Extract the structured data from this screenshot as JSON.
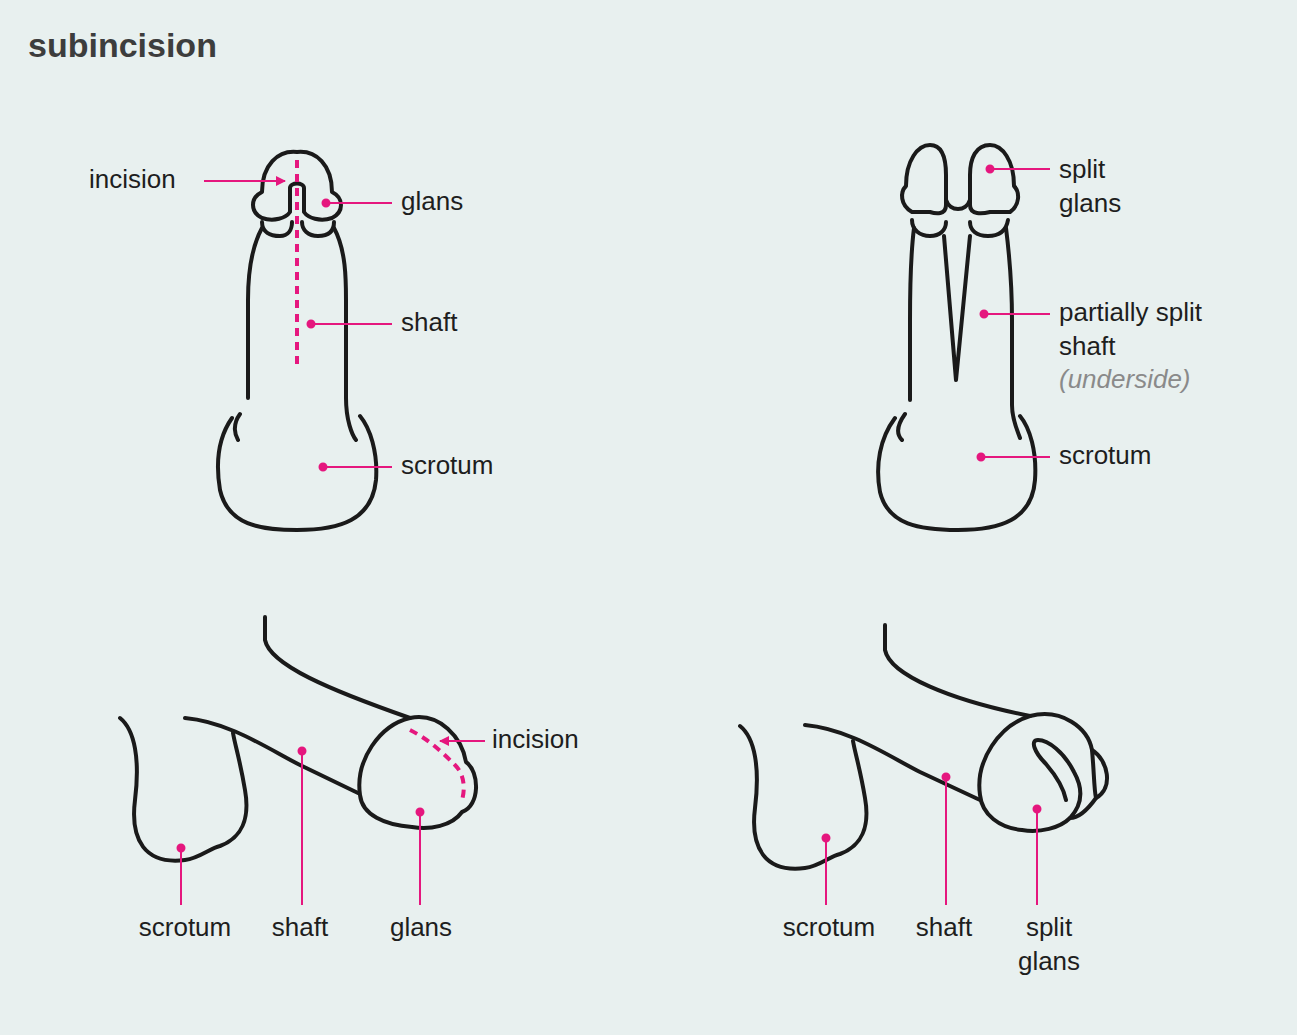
{
  "diagram": {
    "title": "subincision",
    "labels": [
      "incision",
      "glans",
      "shaft",
      "scrotum",
      "split glans",
      "partially split shaft",
      "(underside)",
      "scrotum",
      "scrotum",
      "shaft",
      "glans",
      "incision",
      "scrotum",
      "shaft",
      "split glans"
    ]
  }
}
